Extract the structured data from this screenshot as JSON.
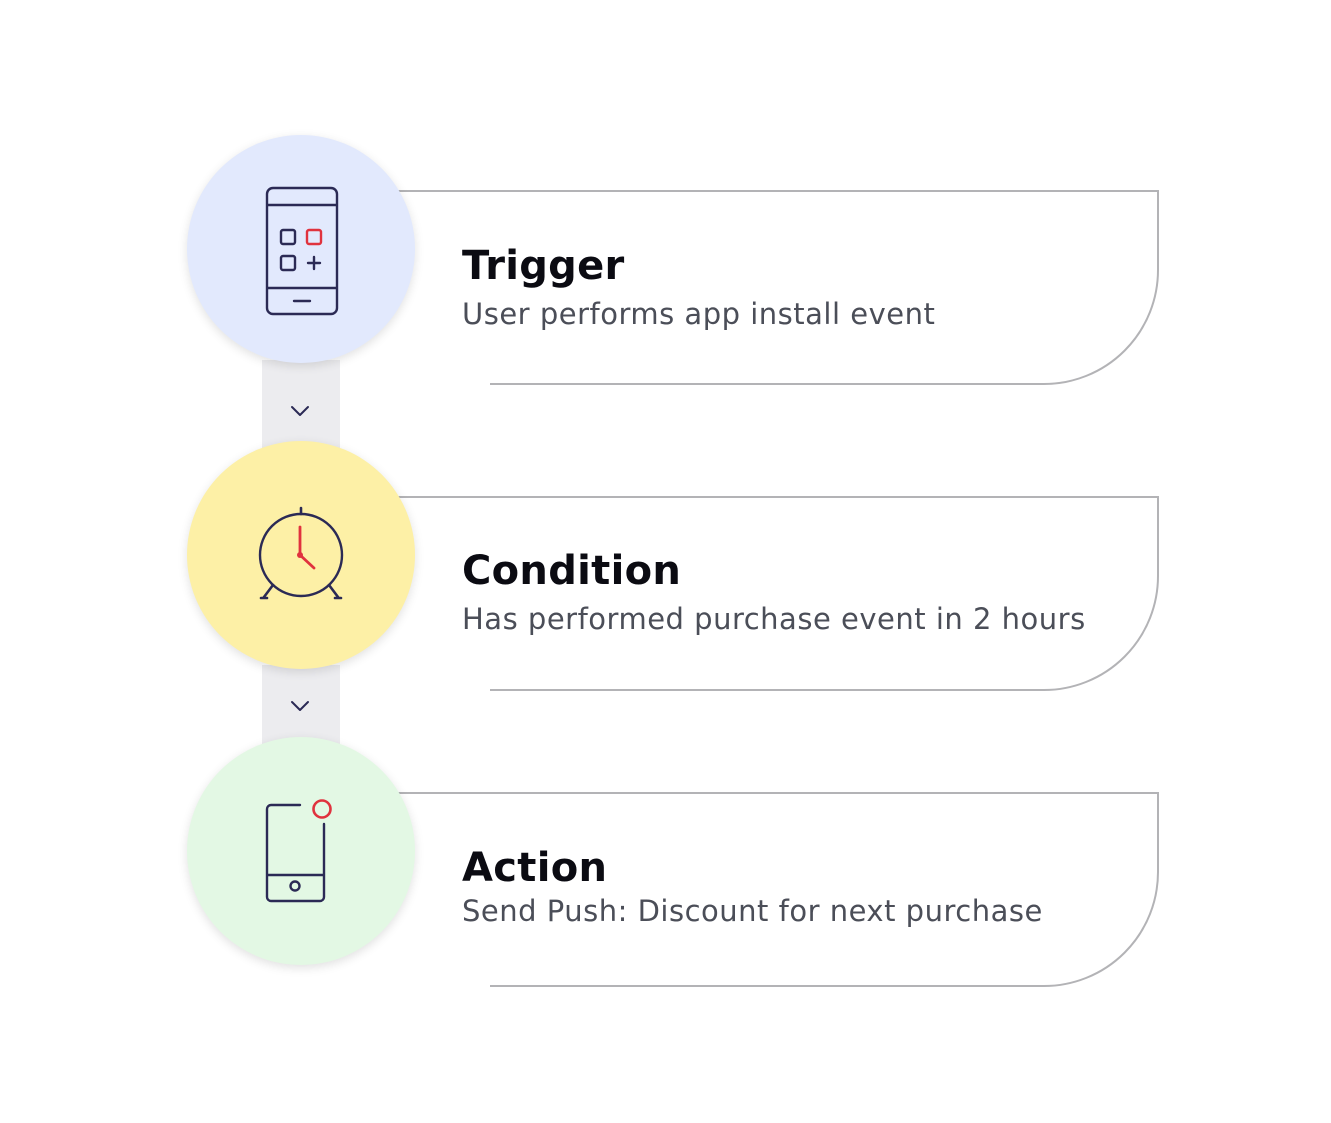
{
  "steps": [
    {
      "title": "Trigger",
      "description": "User performs app install event",
      "icon": "smartphone-apps-icon",
      "circle_color": "#e2e9fd"
    },
    {
      "title": "Condition",
      "description": "Has performed purchase event in 2 hours",
      "icon": "alarm-clock-icon",
      "circle_color": "#fdf0a6"
    },
    {
      "title": "Action",
      "description": "Send Push: Discount for next purchase",
      "icon": "phone-notification-icon",
      "circle_color": "#e3f8e4"
    }
  ],
  "colors": {
    "icon_stroke": "#2b2a55",
    "icon_accent": "#e0323e",
    "card_border": "#b3b3b6",
    "connector": "#ececef"
  }
}
